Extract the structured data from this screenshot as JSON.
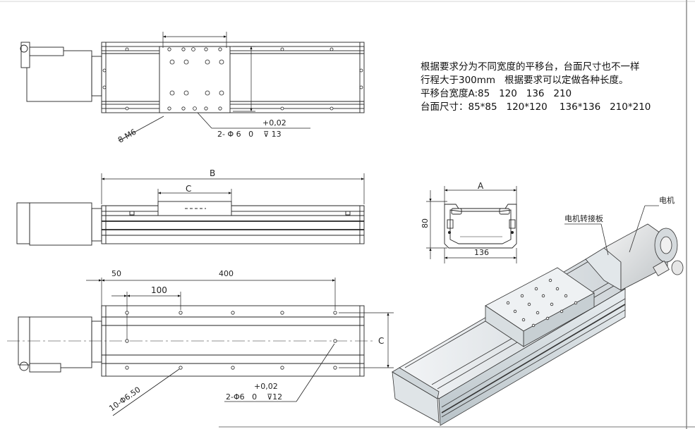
{
  "spec_notes": {
    "line1": "根据要求分为不同宽度的平移台，台面尺寸也不一样",
    "line2": "行程大于300mm   根据要求可以定做各种长度。",
    "line3": "平移台宽度A:85   120   136   210",
    "line4": "台面尺寸：85*85   120*120    136*136   210*210"
  },
  "top_view": {
    "hole_callout": "8-M6",
    "pin_callout": "2- Φ 6   0    ⊽ 13",
    "tolerance": "+0,02"
  },
  "side_view": {
    "length_label": "B",
    "carriage_label": "C"
  },
  "section_view": {
    "width_label": "A",
    "height_label": "80",
    "base_label": "136"
  },
  "base_view": {
    "end_offset": "50",
    "hole_span": "400",
    "hole_pitch": "100",
    "row_span": "C",
    "hole_callout": "10-Φ6.50",
    "pin_callout": "2-Φ6   0    ⊽12",
    "tolerance": "+0,02"
  },
  "iso_view": {
    "motor_label": "电机",
    "adapter_label": "电机转接板"
  }
}
